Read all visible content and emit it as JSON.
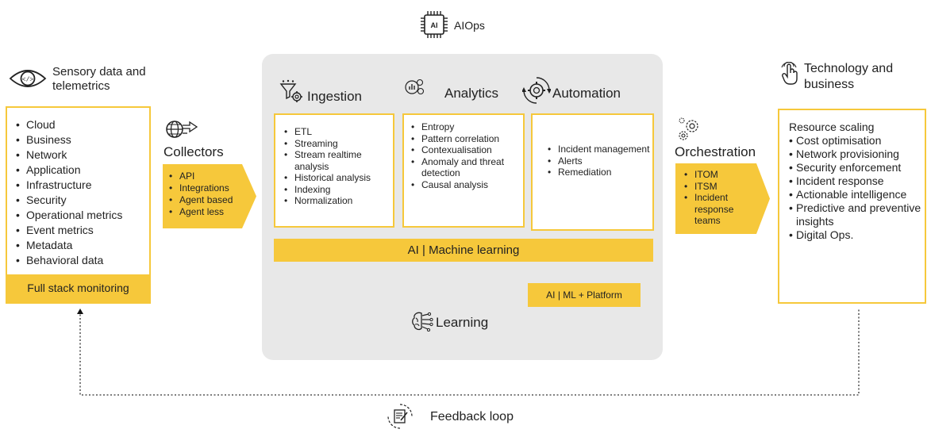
{
  "header": {
    "title": "AIOps"
  },
  "sensory": {
    "title": "Sensory data and telemetrics",
    "items": [
      "Cloud",
      "Business",
      "Network",
      "Application",
      "Infrastructure",
      "Security",
      "Operational metrics",
      "Event metrics",
      "Metadata",
      "Behavioral data"
    ],
    "footer": "Full stack monitoring"
  },
  "collectors": {
    "label": "Collectors",
    "items": [
      "API",
      "Integrations",
      "Agent based",
      "Agent less"
    ]
  },
  "ingestion": {
    "title": "Ingestion",
    "items": [
      "ETL",
      "Streaming",
      "Stream realtime analysis",
      "Historical analysis",
      "Indexing",
      "Normalization"
    ]
  },
  "analytics": {
    "title": "Analytics",
    "items": [
      "Entropy",
      "Pattern correlation",
      "Contexualisation",
      "Anomaly and threat detection",
      "Causal analysis"
    ]
  },
  "automation": {
    "title": "Automation",
    "items": [
      "Incident management",
      "Alerts",
      "Remediation"
    ]
  },
  "ml_bar": "AI | Machine learning",
  "platform_box": "AI | ML + Platform",
  "learning": "Learning",
  "orchestration": {
    "label": "Orchestration",
    "items": [
      "ITOM",
      "ITSM",
      "Incident response teams"
    ]
  },
  "tech": {
    "title": "Technology and business",
    "heading": "Resource scaling",
    "items": [
      "Cost optimisation",
      "Network provisioning",
      "Security enforcement",
      "Incident response",
      "Actionable intelligence",
      "Predictive and preventive insights",
      "Digital Ops."
    ]
  },
  "feedback": "Feedback loop",
  "colors": {
    "accent": "#f6c83b",
    "panel": "#e8e8e8",
    "text": "#222222"
  }
}
